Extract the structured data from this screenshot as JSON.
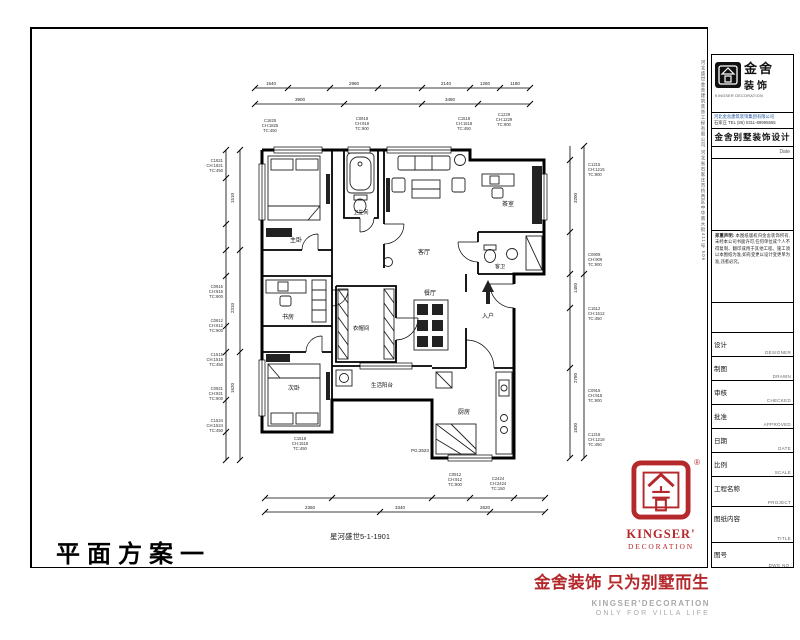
{
  "drawing": {
    "title": "平面方案一",
    "subtitle": "星河盛世5-1-1901",
    "note": "PG:2523",
    "rooms": {
      "master": "主卧",
      "bath1": "卫生间",
      "study": "书房",
      "bedroom2": "次卧",
      "living": "客厅",
      "dining": "餐厅",
      "kitchen": "厨房",
      "tea": "茶室",
      "cloak": "衣帽间",
      "balcony": "生活阳台",
      "entry": "入户",
      "bath2": "客卫"
    },
    "dims": {
      "top": [
        "1540",
        "2960",
        "2140",
        "1260",
        "1180"
      ],
      "top2": [
        "3900",
        "3480"
      ],
      "left": [
        "1510",
        "2310",
        "1620"
      ],
      "right": [
        "3200",
        "1450",
        "2780",
        "1830"
      ],
      "bottom": [
        "2350",
        "3340",
        "2620"
      ]
    },
    "ann": [
      [
        "C1825",
        "CH:1825",
        "TC:450"
      ],
      [
        "C0918",
        "CH:918",
        "TC:900"
      ],
      [
        "C1518",
        "CH:1518",
        "TC:450"
      ],
      [
        "C1229",
        "CH:1229",
        "TC:900"
      ],
      [
        "C1821",
        "CH:1821",
        "TC:450"
      ],
      [
        "C0915",
        "CH:915",
        "TC:900"
      ],
      [
        "C0612",
        "CH:612",
        "TC:900"
      ],
      [
        "C1515",
        "CH:1515",
        "TC:450"
      ],
      [
        "C0921",
        "CH:921",
        "TC:900"
      ],
      [
        "C1524",
        "CH:1524",
        "TC:450"
      ],
      [
        "C1215",
        "CH:1215",
        "TC:900"
      ],
      [
        "C0909",
        "CH:909",
        "TC:900"
      ],
      [
        "C1512",
        "CH:1512",
        "TC:450"
      ],
      [
        "C0915",
        "CH:915",
        "TC:900"
      ],
      [
        "C1218",
        "CH:1218",
        "TC:450"
      ],
      [
        "C1518",
        "CH:1518",
        "TC:450"
      ],
      [
        "C0912",
        "CH:912",
        "TC:900"
      ],
      [
        "C2424",
        "CH:2424",
        "TC:150"
      ]
    ]
  },
  "title_block": {
    "logo": {
      "cn_top": "金舍",
      "cn_bottom": "装饰",
      "en": "KINGSER DECORATION"
    },
    "contact_line1": "河北金舍建筑装饰集团有限公司",
    "contact_line2": "石家庄 TEL (86) 0311-89995555",
    "vertical_text": "河北盛世金舍建筑装饰工程有限公司 河北省石家庄市桥西区中华南大街411号 506",
    "header": "金舍别墅装饰设计",
    "date_label": "Date",
    "notice_title": "郑重声明:",
    "notice_body": "本图纸版权归金舍装饰所有,未经本公司书面许可,任何单位或个人不得复制、翻印或用于其他工程。施工须以本图纸为准,如有变更以设计变更单为准,违者必究。",
    "rows": [
      {
        "cn": "设计",
        "en": "DESIGNER"
      },
      {
        "cn": "制图",
        "en": "DRAWN"
      },
      {
        "cn": "审核",
        "en": "CHECKED"
      },
      {
        "cn": "批准",
        "en": "APPROVED"
      },
      {
        "cn": "日期",
        "en": "DATE"
      },
      {
        "cn": "比例",
        "en": "SCALE"
      },
      {
        "cn": "工程名称",
        "en": "PROJECT"
      },
      {
        "cn": "图纸内容",
        "en": "TITLE"
      },
      {
        "cn": "图号",
        "en": "DWG NO."
      }
    ]
  },
  "branding": {
    "reg_mark": "®",
    "seal_en1": "KINGSER'",
    "seal_en2": "DECORATION",
    "slogan": "金舍装饰 只为别墅而生",
    "tagline1": "KINGSER'DECORATION",
    "tagline2": "ONLY FOR VILLA LIFE"
  }
}
